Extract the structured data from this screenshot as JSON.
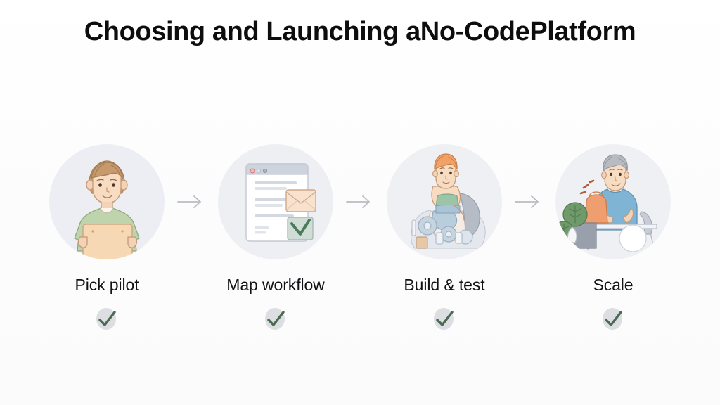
{
  "slide": {
    "title": "Choosing and Launching aNo-CodePlatform",
    "background_color": "#fdfdfe",
    "title_color": "#0d0d0d"
  },
  "steps": [
    {
      "label": "Pick pilot",
      "illustration": "person-holding-tablet",
      "circle_color": "#edeef3",
      "status_icon": "green-check-icon",
      "status_color": "#4a6a52"
    },
    {
      "label": "Map workflow",
      "illustration": "browser-form-with-envelope-and-check",
      "circle_color": "#eeeff2",
      "status_icon": "green-check-icon",
      "status_color": "#4a6a52"
    },
    {
      "label": "Build & test",
      "illustration": "person-with-machinery-gears",
      "circle_color": "#eef0f3",
      "status_icon": "green-check-icon",
      "status_color": "#4a6a52"
    },
    {
      "label": "Scale",
      "illustration": "person-at-desk-with-plant",
      "circle_color": "#eef0f4",
      "status_icon": "green-check-icon",
      "status_color": "#4a6a52"
    }
  ],
  "connectors": [
    {
      "icon": "arrow-right-icon",
      "color": "#b9bcc2"
    },
    {
      "icon": "arrow-right-icon",
      "color": "#b9bcc2"
    },
    {
      "icon": "arrow-right-icon",
      "color": "#b9bcc2"
    }
  ]
}
